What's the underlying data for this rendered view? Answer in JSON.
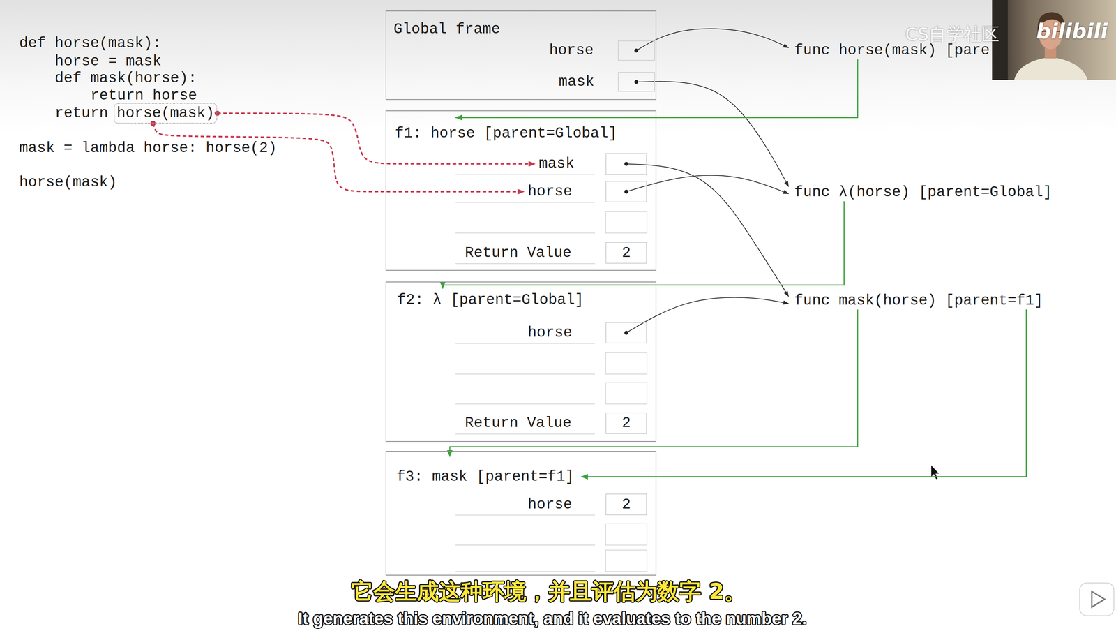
{
  "diagram": {
    "nodes": [
      {
        "text": [
          "horse(mask)"
        ]
      },
      {
        "text": [
          "Global frame"
        ]
      },
      {
        "text": [
          "horse"
        ],
        "in": 1
      },
      {
        "text": [
          "mask"
        ],
        "in": 1
      },
      {
        "text": [
          "f1: horse [parent=Global]"
        ]
      },
      {
        "text": [
          "mask"
        ],
        "in": 4
      },
      {
        "text": [
          "horse"
        ],
        "in": 4
      },
      {
        "text": [
          "Return Value",
          "2"
        ],
        "in": 4
      },
      {
        "text": [
          "f2: λ [parent=Global]"
        ]
      },
      {
        "text": [
          "horse"
        ],
        "in": 8
      },
      {
        "text": [
          "Return Value",
          "2"
        ],
        "in": 8
      },
      {
        "text": [
          "f3: mask [parent=f1]"
        ]
      },
      {
        "text": [
          "horse",
          "2"
        ],
        "in": 11
      },
      {
        "text": [
          "func horse(mask) [pare"
        ]
      },
      {
        "text": [
          "func λ(horse) [parent=Global]"
        ]
      },
      {
        "text": [
          "func mask(horse) [parent=f1]"
        ]
      }
    ],
    "edges": [
      {
        "from": 0,
        "to": 5,
        "arrow": "to"
      },
      {
        "from": 0,
        "to": 6,
        "arrow": "to"
      },
      {
        "from": 2,
        "to": 13,
        "arrow": "to"
      },
      {
        "from": 3,
        "to": 14,
        "arrow": "to"
      },
      {
        "from": 5,
        "to": 15,
        "arrow": "to"
      },
      {
        "from": 6,
        "to": 14,
        "arrow": "to"
      },
      {
        "from": 9,
        "to": 15,
        "arrow": "to"
      },
      {
        "from": 13,
        "to": 4,
        "arrow": "to"
      },
      {
        "from": 14,
        "to": 8,
        "arrow": "to"
      },
      {
        "from": 15,
        "to": 11,
        "arrow": "to"
      },
      {
        "from": 15,
        "to": 11,
        "arrow": "to"
      }
    ],
    "labels": [
      "def horse(mask):",
      "horse = mask",
      "def mask(horse):",
      "return horse",
      "return",
      "mask = lambda horse: horse(2)",
      "horse(mask)",
      "CS自学社区",
      "bilibili",
      "它会生成这种环境，并且评估为数字 2。",
      "It generates this environment, and it evaluates to the number 2."
    ]
  }
}
